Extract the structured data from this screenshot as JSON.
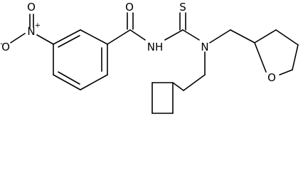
{
  "molecule": {
    "atoms": {
      "nitro_o_minus": "O",
      "nitro_n": "N",
      "nitro_o": "O",
      "carbonyl_o": "O",
      "amide_nh": "NH",
      "thione_s": "S",
      "amine_n": "N",
      "ring_o": "O"
    },
    "charges": {
      "nitro_o_minus": "-",
      "nitro_n": "+"
    }
  }
}
